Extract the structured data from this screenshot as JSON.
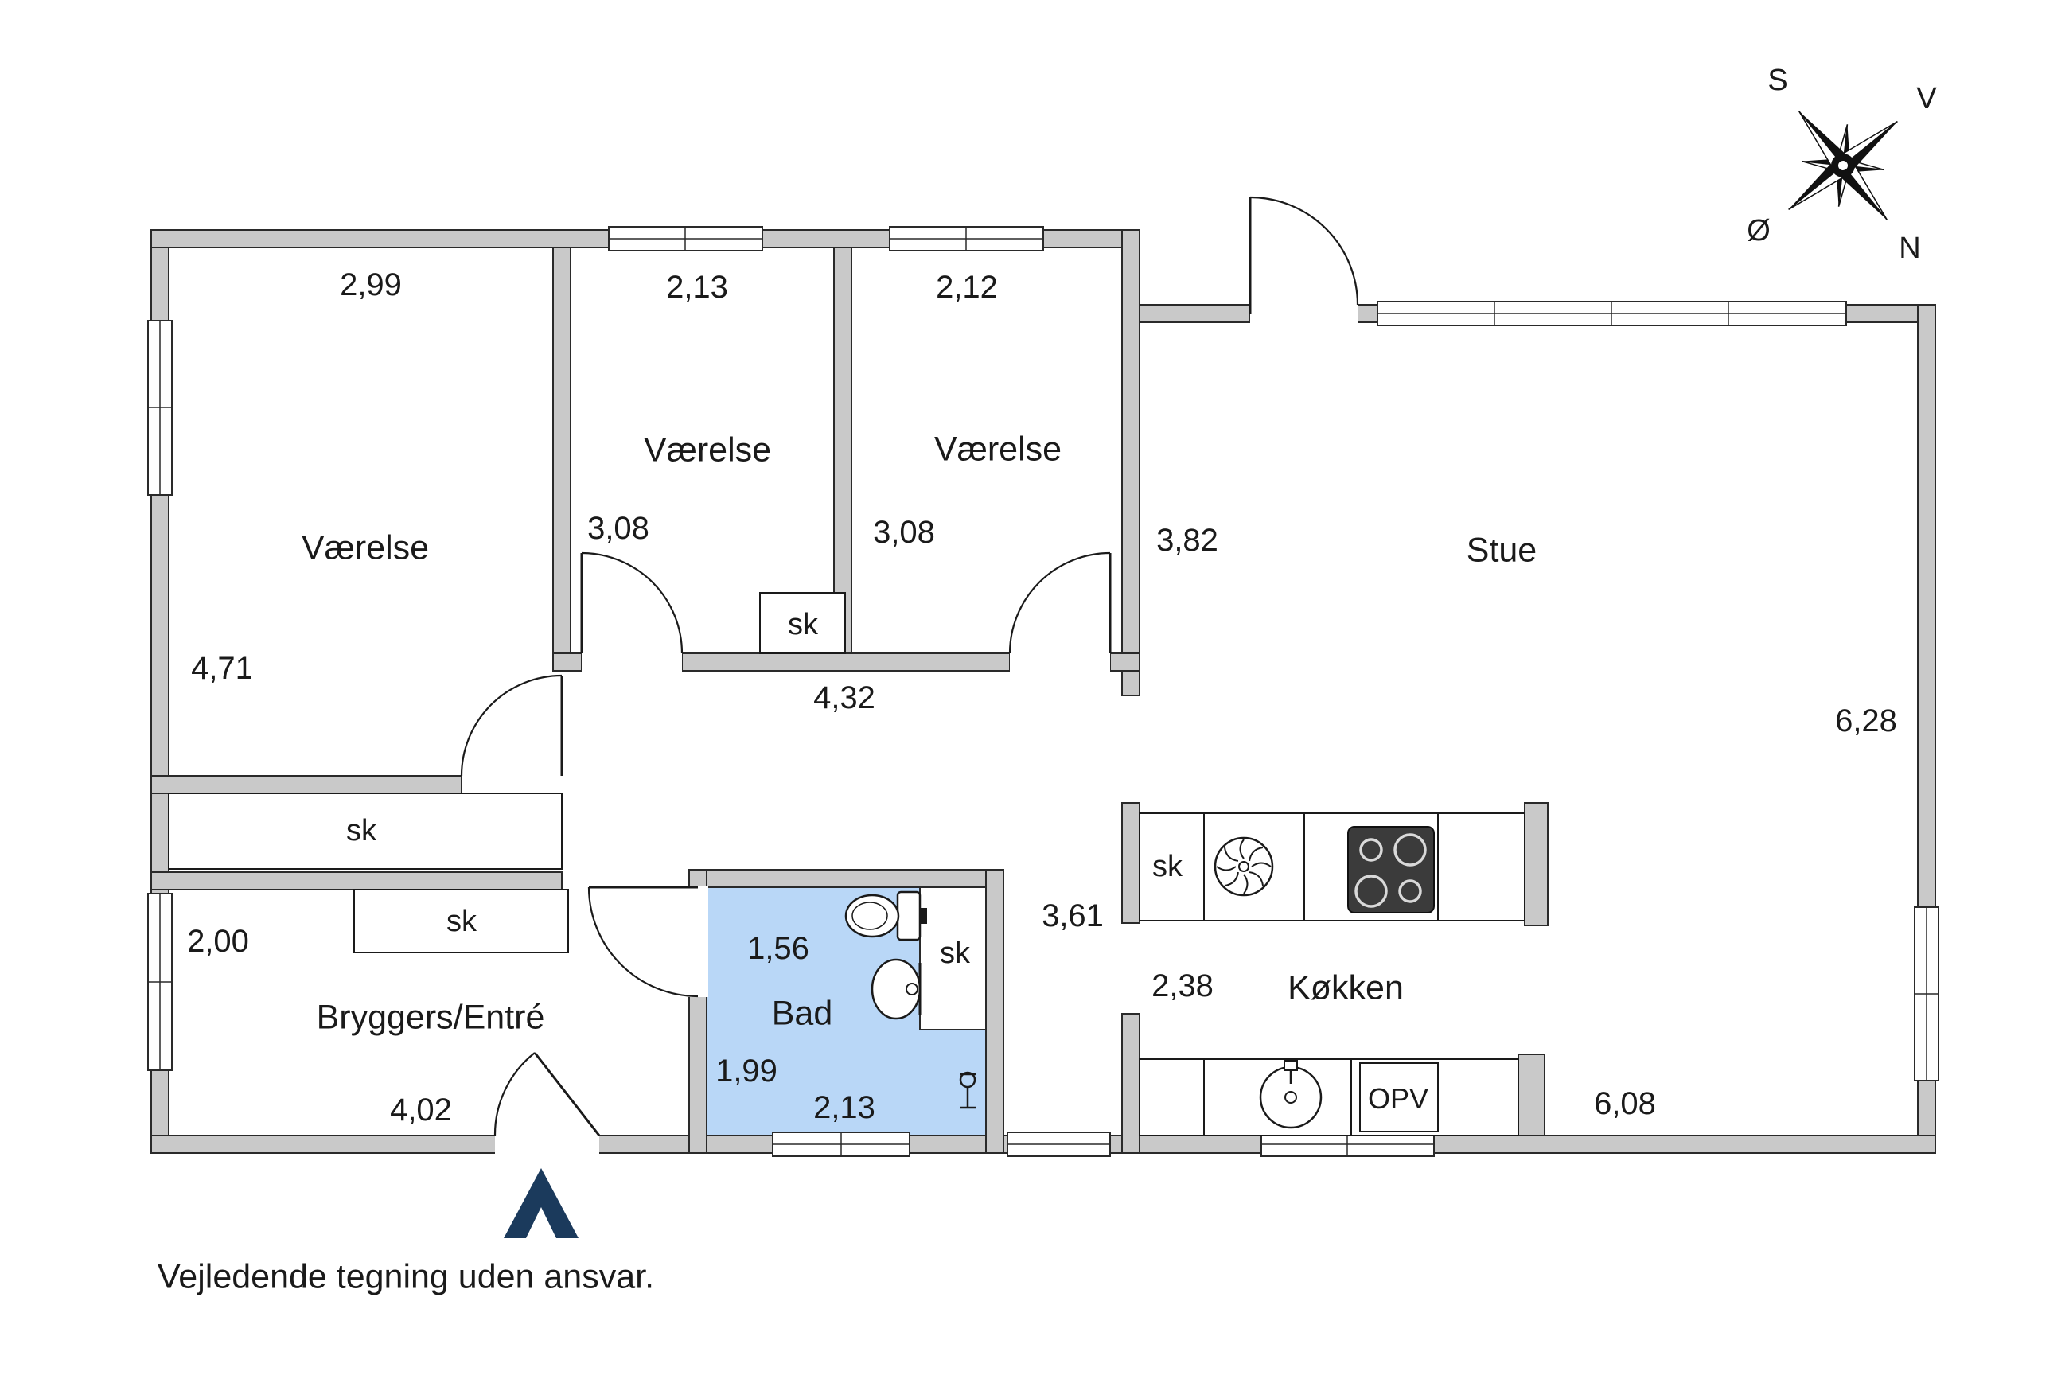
{
  "footer": "Vejledende tegning uden ansvar.",
  "compass": {
    "s": "S",
    "v": "V",
    "o": "Ø",
    "n": "N"
  },
  "names": {
    "v1": "Værelse",
    "v2": "Værelse",
    "v3": "Værelse",
    "stue": "Stue",
    "bryggers": "Bryggers/Entré",
    "bad": "Bad",
    "koekken": "Køkken"
  },
  "dims": {
    "v1_w": "2,99",
    "v1_h": "4,71",
    "v2_w": "2,13",
    "v2_h": "3,08",
    "v3_w": "2,12",
    "v3_h": "3,08",
    "hall_w": "4,32",
    "hall_h": "3,82",
    "stue_h": "6,28",
    "bryggers_h": "2,00",
    "bryggers_w": "4,02",
    "bad_top": "1,56",
    "bad_left": "1,99",
    "bad_bottom": "2,13",
    "kitchen_upper": "3,61",
    "kitchen_mid": "2,38",
    "kitchen_bottom": "6,08"
  },
  "labels": {
    "sk": "sk",
    "opv": "OPV"
  },
  "colors": {
    "wall": "#c9c9c9",
    "outline": "#2a2a2a",
    "bathroom_fill": "#b9d7f7",
    "arrow": "#1b3a5c",
    "stove": "#3b3b3b"
  }
}
